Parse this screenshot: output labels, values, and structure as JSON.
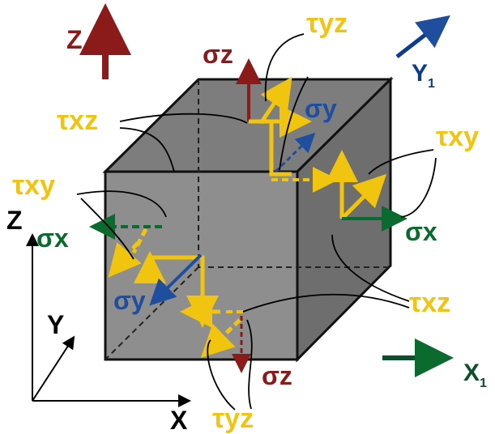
{
  "axes": {
    "z1": {
      "main": "Z",
      "sub": "1"
    },
    "y1": {
      "main": "Y",
      "sub": "1"
    },
    "x1": {
      "main": "X",
      "sub": "1"
    },
    "z": "Z",
    "y": "Y",
    "x": "X"
  },
  "labels": {
    "sigma_z_top": "σz",
    "tau_yz_top": "τyz",
    "tau_xz_top": "τxz",
    "sigma_y_top": "σy",
    "tau_xy_right": "τxy",
    "sigma_x_right": "σx",
    "tau_xy_left": "τxy",
    "sigma_x_left": "σx",
    "sigma_y_front": "σy",
    "tau_xz_right": "τxz",
    "sigma_z_bottom": "σz",
    "tau_yz_bottom": "τyz"
  },
  "colors": {
    "cube_front": "#8f8f8f",
    "cube_top": "#7d7d7d",
    "cube_side": "#6f6f6f",
    "tau": "#f1c40f",
    "sigma_z": "#8b1a1a",
    "sigma_y": "#1f4e9e",
    "sigma_x": "#0b6b2e"
  }
}
